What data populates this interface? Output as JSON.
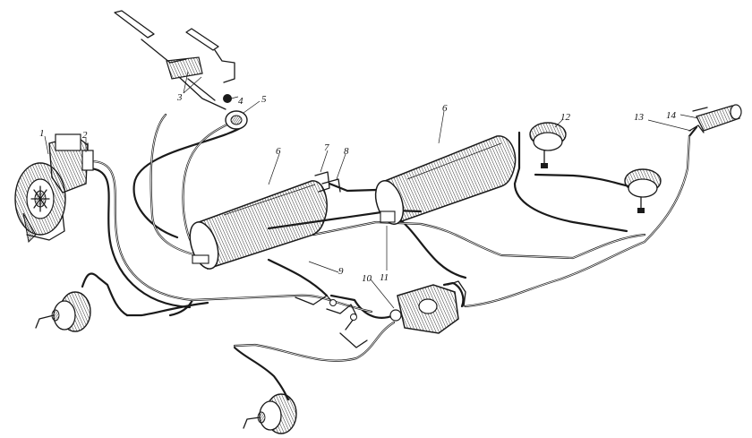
{
  "callouts": [
    "1",
    "2",
    "3",
    "4",
    "5",
    "6",
    "6",
    "7",
    "8",
    "9",
    "10",
    "11",
    "12",
    "13",
    "14"
  ]
}
